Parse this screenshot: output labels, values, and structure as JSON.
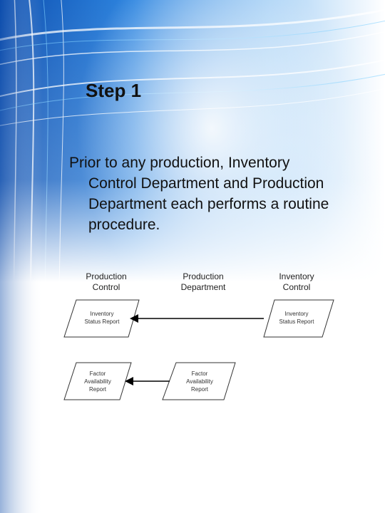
{
  "slide": {
    "title": "Step 1",
    "body_first": "Prior to any production, Inventory",
    "body_rest": "Control Department and Production Department each performs a routine procedure."
  },
  "diagram": {
    "columns": [
      {
        "label_line1": "Production",
        "label_line2": "Control"
      },
      {
        "label_line1": "Production",
        "label_line2": "Department"
      },
      {
        "label_line1": "Inventory",
        "label_line2": "Control"
      }
    ],
    "documents": [
      {
        "id": "inv-status-left",
        "line1": "Inventory",
        "line2": "Status Report",
        "line3": ""
      },
      {
        "id": "inv-status-right",
        "line1": "Inventory",
        "line2": "Status Report",
        "line3": ""
      },
      {
        "id": "factor-left",
        "line1": "Factor",
        "line2": "Availability",
        "line3": "Report"
      },
      {
        "id": "factor-middle",
        "line1": "Factor",
        "line2": "Availability",
        "line3": "Report"
      }
    ],
    "flows": [
      {
        "from": "inv-status-right",
        "to": "inv-status-left"
      },
      {
        "from": "factor-middle",
        "to": "factor-left"
      }
    ]
  },
  "colors": {
    "background_blue": "#1c6fd0",
    "background_light": "#ffffff",
    "shape_stroke": "#333333",
    "arrow": "#000000"
  }
}
